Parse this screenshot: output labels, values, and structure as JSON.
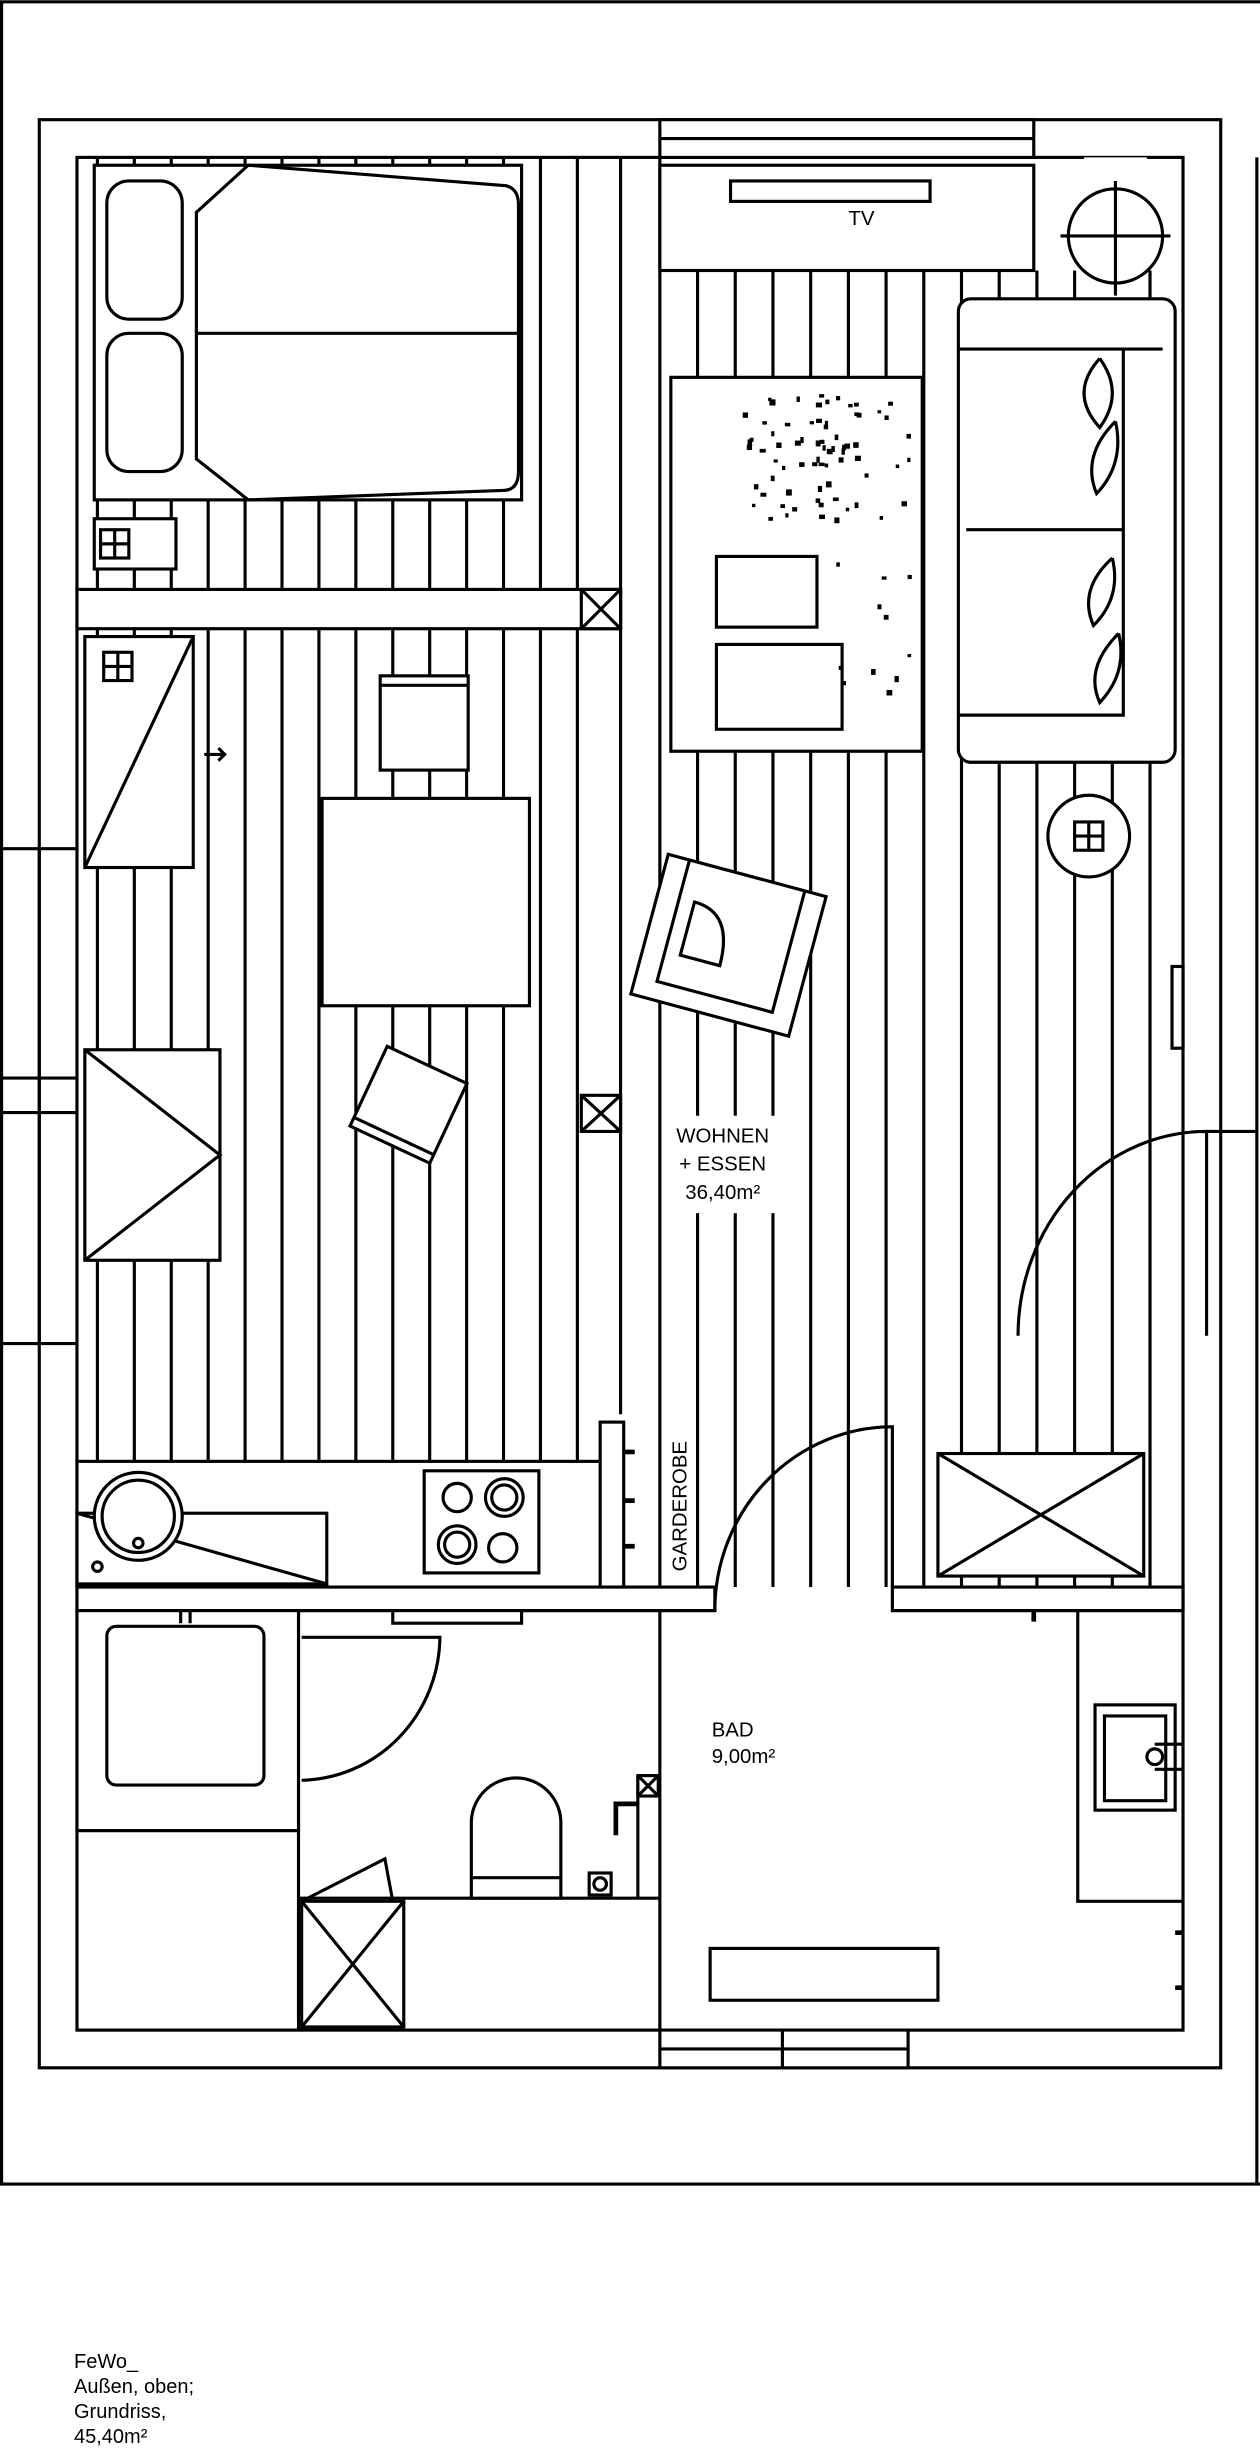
{
  "rooms": {
    "living": {
      "name_line1": "WOHNEN",
      "name_line2": "+ ESSEN",
      "area": "36,40m²"
    },
    "bath": {
      "name": "BAD",
      "area": "9,00m²"
    },
    "wardrobe": {
      "name": "GARDEROBE"
    },
    "tv": "TV"
  },
  "caption": {
    "line1": "FeWo_",
    "line2": "Außen, oben;",
    "line3": "Grundriss,",
    "line4": "45,40m²"
  }
}
